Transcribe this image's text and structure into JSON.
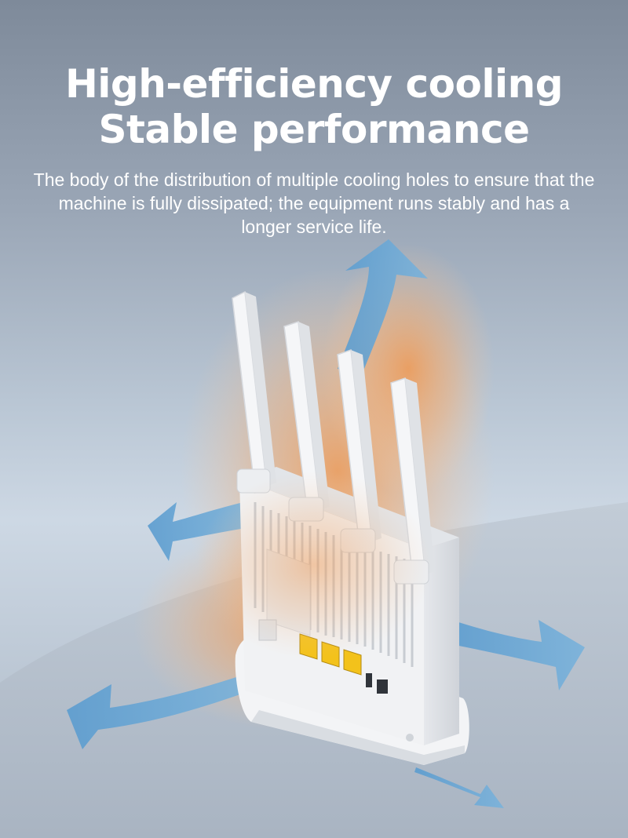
{
  "headline": {
    "line1": "High-efficiency cooling",
    "line2": "Stable performance"
  },
  "description": "The body of the distribution of multiple cooling holes to ensure that the machine is fully dissipated; the equipment runs stably and has a longer service life.",
  "colors": {
    "airflow_arrow": "#5f9fd0",
    "heat_glow": "#e89a5c",
    "device": "#f2f3f5",
    "lan_port": "#f3c21b"
  },
  "icons": {
    "airflow": "arrow-icon",
    "device": "router-illustration"
  }
}
